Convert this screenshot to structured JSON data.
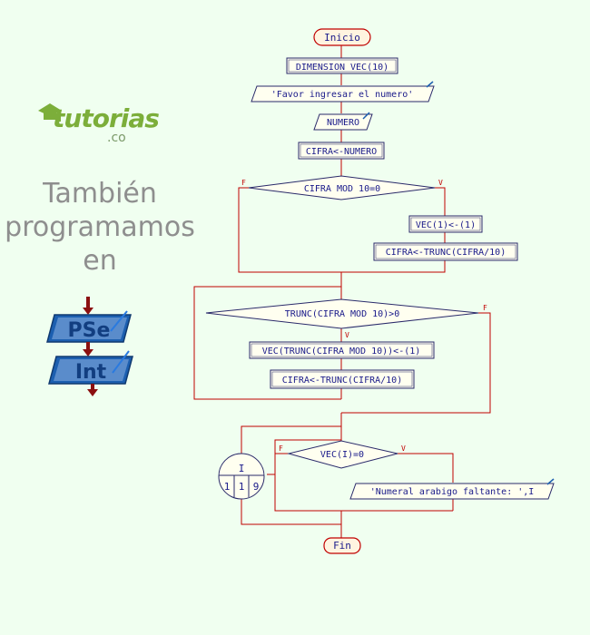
{
  "sidebar": {
    "logo_word": "tutorias",
    "logo_tld": ".co",
    "tagline": [
      "También",
      "programamos",
      "en"
    ],
    "badge_top": "PSe",
    "badge_bottom": "Int"
  },
  "flowchart": {
    "start": "Inicio",
    "dimension": "DIMENSION VEC(10)",
    "prompt_output": "'Favor ingresar el numero'",
    "input_read": "NUMERO",
    "assign_cifra": "CIFRA<-NUMERO",
    "cond1": "CIFRA MOD 10=0",
    "cond1_false": "F",
    "cond1_true": "V",
    "assign_vec1": "VEC(1)<-(1)",
    "assign_trunc1": "CIFRA<-TRUNC(CIFRA/10)",
    "cond2": "TRUNC(CIFRA MOD 10)>0",
    "cond2_true": "V",
    "cond2_false": "F",
    "assign_vec_trunc": "VEC(TRUNC(CIFRA MOD 10))<-(1)",
    "assign_trunc2": "CIFRA<-TRUNC(CIFRA/10)",
    "loop_var": "I",
    "loop_start": "1",
    "loop_step": "1",
    "loop_end": "9",
    "cond3": "VEC(I)=0",
    "cond3_false": "F",
    "cond3_true": "V",
    "output_missing": "'Numeral arabigo faltante: ',I",
    "end": "Fin"
  },
  "colors": {
    "background": "#f0fff0",
    "box_fill": "#fffff0",
    "box_stroke": "#2a2a6a",
    "text": "#1a1a8a",
    "flow_line": "#c00000",
    "terminal_fill": "#fff4e0",
    "diamond_fill": "#fffff0",
    "tagline": "#8e8e8e",
    "logo_green": "#7cae3a",
    "badge_blue": "#1c5fb0"
  }
}
